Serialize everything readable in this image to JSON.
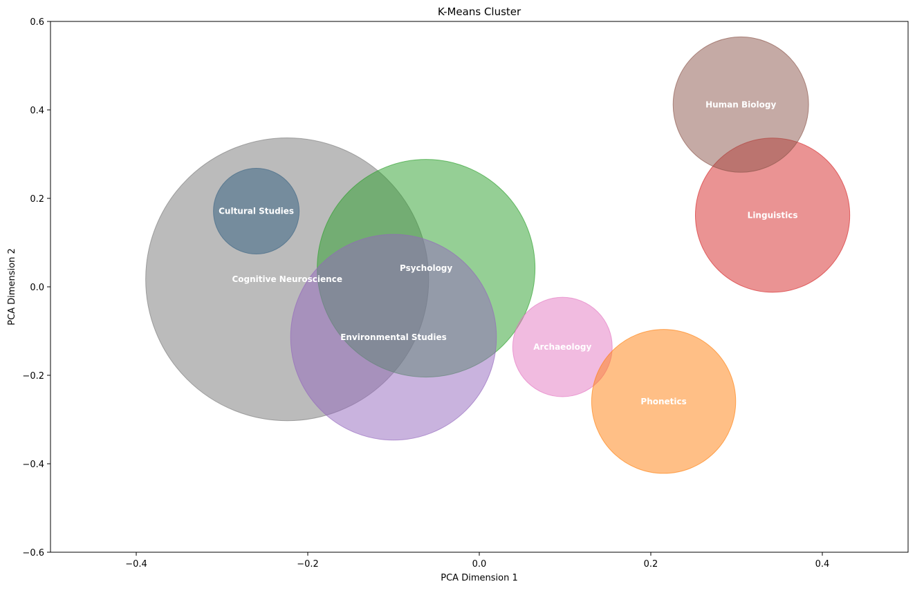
{
  "chart_data": {
    "type": "scatter",
    "title": "K-Means Cluster",
    "xlabel": "PCA Dimension 1",
    "ylabel": "PCA Dimension 2",
    "xlim": [
      -0.5,
      0.5
    ],
    "ylim": [
      -0.6,
      0.6
    ],
    "xticks": [
      -0.4,
      -0.2,
      0.0,
      0.2,
      0.4
    ],
    "xtick_labels": [
      "−0.4",
      "−0.2",
      "0.0",
      "0.2",
      "0.4"
    ],
    "yticks": [
      -0.6,
      -0.4,
      -0.2,
      0.0,
      0.2,
      0.4,
      0.6
    ],
    "ytick_labels": [
      "−0.6",
      "−0.4",
      "−0.2",
      "0.0",
      "0.2",
      "0.4",
      "0.6"
    ],
    "grid": false,
    "bubbles": [
      {
        "label": "Cognitive Neuroscience",
        "x": -0.224,
        "y": 0.017,
        "radius_x": 0.165,
        "color": "#7f7f7f",
        "opacity": 0.53
      },
      {
        "label": "Psychology",
        "x": -0.062,
        "y": 0.042,
        "radius_x": 0.127,
        "color": "#2ca02c",
        "opacity": 0.5
      },
      {
        "label": "Environmental Studies",
        "x": -0.1,
        "y": -0.114,
        "radius_x": 0.12,
        "color": "#9467bd",
        "opacity": 0.5
      },
      {
        "label": "Cultural Studies",
        "x": -0.26,
        "y": 0.171,
        "radius_x": 0.05,
        "color": "#4a6f8a",
        "opacity": 0.62
      },
      {
        "label": "Archaeology",
        "x": 0.097,
        "y": -0.136,
        "radius_x": 0.058,
        "color": "#e377c2",
        "opacity": 0.5
      },
      {
        "label": "Phonetics",
        "x": 0.215,
        "y": -0.259,
        "radius_x": 0.084,
        "color": "#ff7f0e",
        "opacity": 0.5
      },
      {
        "label": "Linguistics",
        "x": 0.342,
        "y": 0.162,
        "radius_x": 0.09,
        "color": "#d62728",
        "opacity": 0.5
      },
      {
        "label": "Human Biology",
        "x": 0.305,
        "y": 0.412,
        "radius_x": 0.079,
        "color": "#8c564b",
        "opacity": 0.5
      }
    ]
  }
}
